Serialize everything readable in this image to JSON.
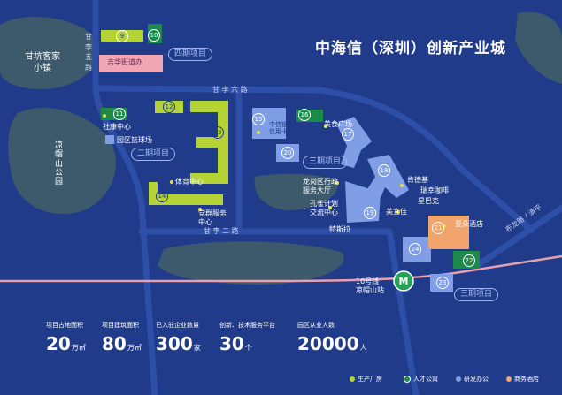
{
  "title": "中海信（深圳）创新产业城",
  "colors": {
    "background": "#1f3b8a",
    "green_land": "#b5d334",
    "dark_green": "#1c8a4a",
    "light_blue": "#7f9ee6",
    "orange": "#f1a46b",
    "pink": "#f0a6b3",
    "park_gray": "#3d5a6c",
    "metro_pink": "#e8a0b0"
  },
  "places": {
    "ganken": "甘坑客家\n小镇",
    "liangmao": "凉\n帽\n山\n公\n园",
    "jihua": "吉华街道办",
    "shekang": "社康中心",
    "basketball": "园区篮球场",
    "sports": "体育中心",
    "party": "党群服务\n中心",
    "citic": "中信银行\n信用卡中心",
    "food": "美食广场",
    "longgang": "龙岗区行政\n服务大厅",
    "kfc": "肯德基",
    "luckin": "瑞幸咖啡",
    "starbucks": "星巴克",
    "meiyi": "美宜佳",
    "family": "孔雀计划\n交流中心",
    "tesla": "特斯拉",
    "atour": "亚朵酒店",
    "metro": "10号线\n凉帽山站"
  },
  "roads": {
    "ganli6": "甘 李 六 路",
    "ganli2": "甘 李 二 路",
    "ganli5": "甘\n李\n五\n路",
    "buji": "布龙路 / 清平"
  },
  "phases": {
    "p4": "四期项目",
    "p2": "二期项目",
    "p3a": "三期项目",
    "p3b": "三期项目"
  },
  "building_numbers": [
    "9",
    "10",
    "11",
    "12",
    "13",
    "14",
    "15",
    "16",
    "17",
    "18",
    "19",
    "20",
    "21",
    "22",
    "23",
    "24"
  ],
  "stats": [
    {
      "caption": "项目占地面积",
      "value": "20",
      "unit": "万㎡"
    },
    {
      "caption": "项目建筑面积",
      "value": "80",
      "unit": "万㎡"
    },
    {
      "caption": "已入驻企业数量",
      "value": "300",
      "unit": "家"
    },
    {
      "caption": "创新、技术服务平台",
      "value": "30",
      "unit": "个"
    },
    {
      "caption": "园区从业人数",
      "value": "20000",
      "unit": "人"
    }
  ],
  "legend": [
    {
      "label": "生产厂房",
      "color": "#b5d334"
    },
    {
      "label": "人才公寓",
      "color": "#1c8a4a"
    },
    {
      "label": "研发办公",
      "color": "#7f9ee6"
    },
    {
      "label": "商务酒店",
      "color": "#f1a46b"
    }
  ]
}
